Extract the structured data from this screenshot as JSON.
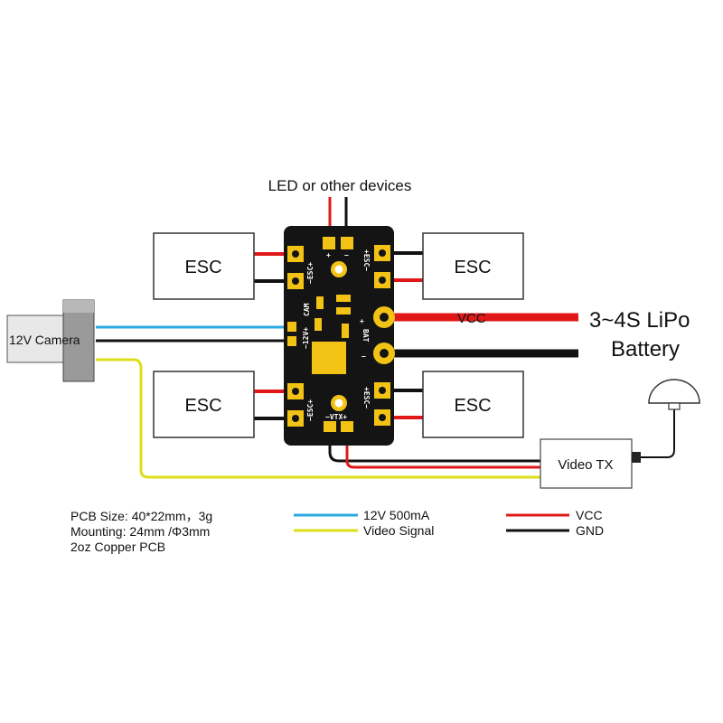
{
  "top_label": "LED or other devices",
  "esc_label": "ESC",
  "camera_label": "12V Camera",
  "battery": {
    "line1": "3~4S LiPo",
    "line2": "Battery"
  },
  "vcc_wire_label": "VCC",
  "video_tx_label": "Video TX",
  "pcb_marks": {
    "led_plus": "+",
    "led_minus": "−",
    "esc_pm_left": "−ESC+",
    "esc_pm_right": "+ESC−",
    "cam": "CAM",
    "v12": "−12V+",
    "bat_plus": "+",
    "bat": "BAT",
    "bat_minus": "−",
    "vtx": "−VTX+"
  },
  "specs": [
    "PCB Size: 40*22mm，3g",
    "Mounting: 24mm /Φ3mm",
    "2oz Copper PCB"
  ],
  "legend": [
    {
      "label": "12V 500mA",
      "color": "#29a8e0"
    },
    {
      "label": "Video Signal",
      "color": "#dede1a"
    },
    {
      "label": "VCC",
      "color": "#e01818"
    },
    {
      "label": "GND",
      "color": "#111111"
    }
  ],
  "colors": {
    "vcc": "#e01818",
    "gnd": "#111111",
    "power12v": "#29a8e0",
    "video": "#dede1a",
    "pcb": "#141414",
    "pad": "#f2c315"
  }
}
